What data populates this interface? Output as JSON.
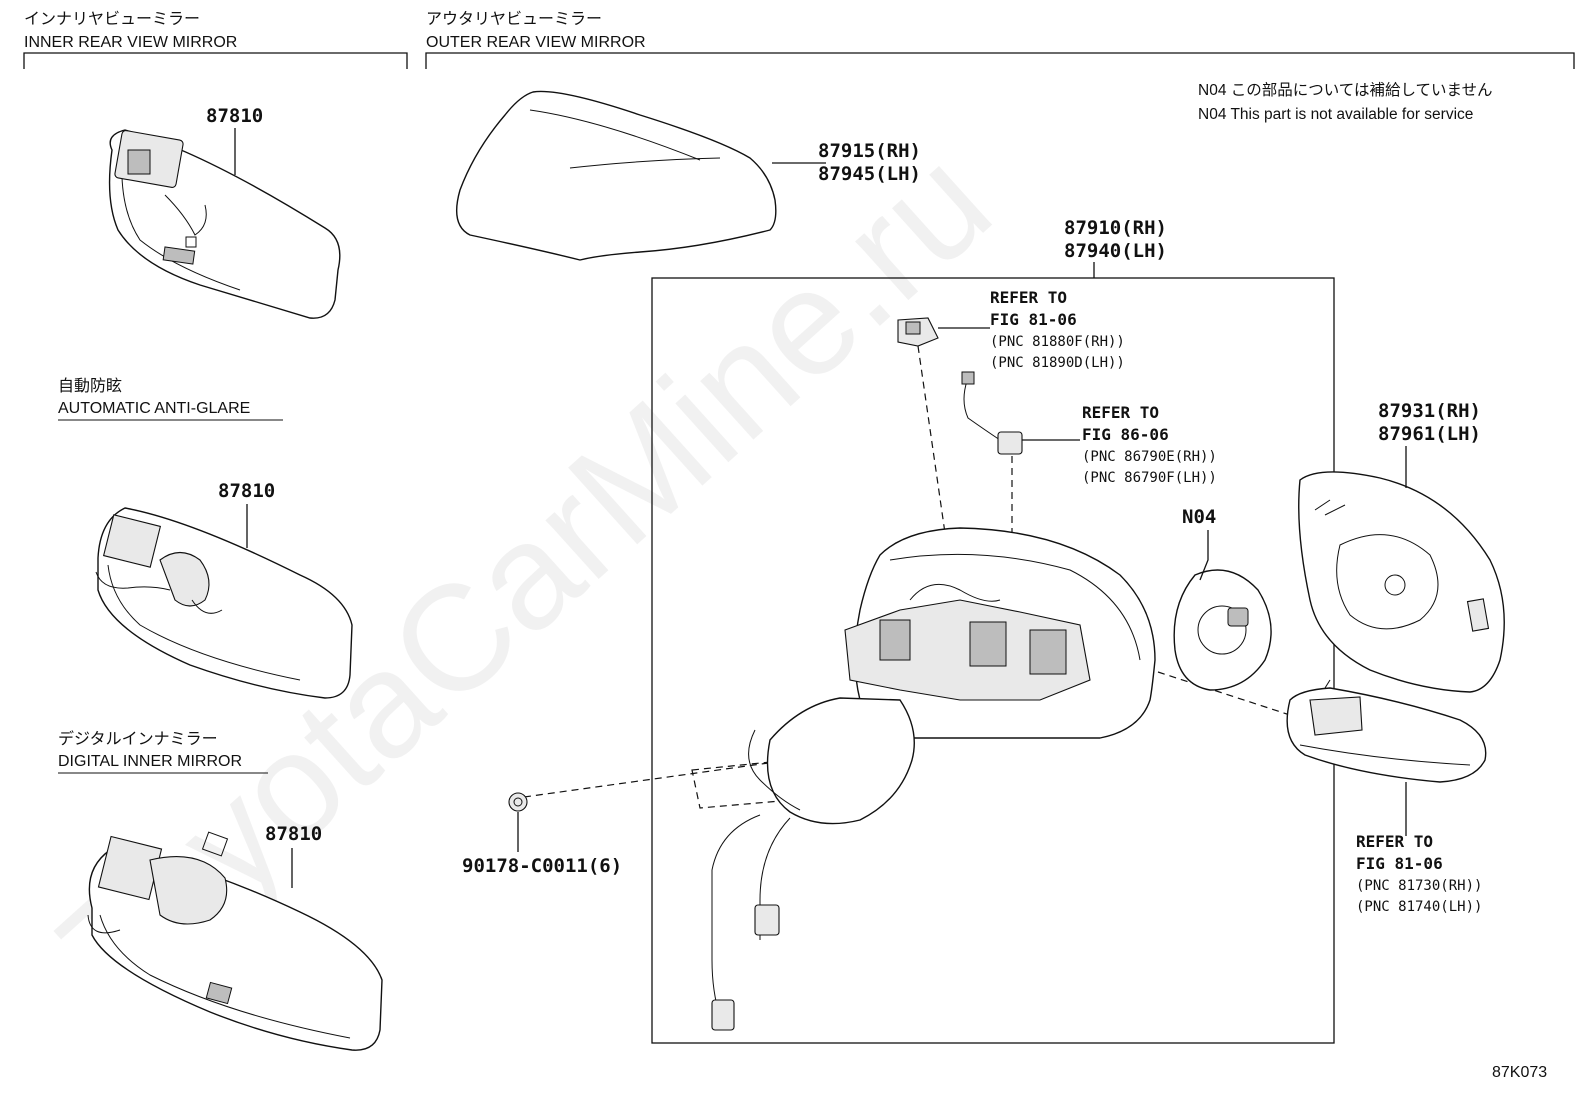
{
  "headers": {
    "inner_jp": "インナリヤビューミラー",
    "inner_en": "INNER REAR VIEW MIRROR",
    "outer_jp": "アウタリヤビューミラー",
    "outer_en": "OUTER REAR VIEW MIRROR"
  },
  "note": {
    "jp": "N04 この部品については補給していません",
    "en": "N04 This part is not available for service"
  },
  "sections": {
    "antiglare_jp": "自動防眩",
    "antiglare_en": "AUTOMATIC ANTI-GLARE",
    "digital_jp": "デジタルインナミラー",
    "digital_en": "DIGITAL INNER MIRROR"
  },
  "parts": {
    "inner_mirror_1": "87810",
    "inner_mirror_2": "87810",
    "inner_mirror_3": "87810",
    "cover_rh": "87915(RH)",
    "cover_lh": "87945(LH)",
    "assy_rh": "87910(RH)",
    "assy_lh": "87940(LH)",
    "mirror_rh": "87931(RH)",
    "mirror_lh": "87961(LH)",
    "n04": "N04",
    "clip": "90178-C0011(6)"
  },
  "refs": {
    "ref_a": {
      "line1": "REFER TO",
      "line2": "FIG 81-06",
      "pnc1": "(PNC 81880F(RH))",
      "pnc2": "(PNC 81890D(LH))"
    },
    "ref_b": {
      "line1": "REFER TO",
      "line2": "FIG 86-06",
      "pnc1": "(PNC 86790E(RH))",
      "pnc2": "(PNC 86790F(LH))"
    },
    "ref_c": {
      "line1": "REFER TO",
      "line2": "FIG 81-06",
      "pnc1": "(PNC 81730(RH))",
      "pnc2": "(PNC 81740(LH))"
    }
  },
  "watermark": "ToyotaCarMine.ru",
  "figure_code": "87K073"
}
